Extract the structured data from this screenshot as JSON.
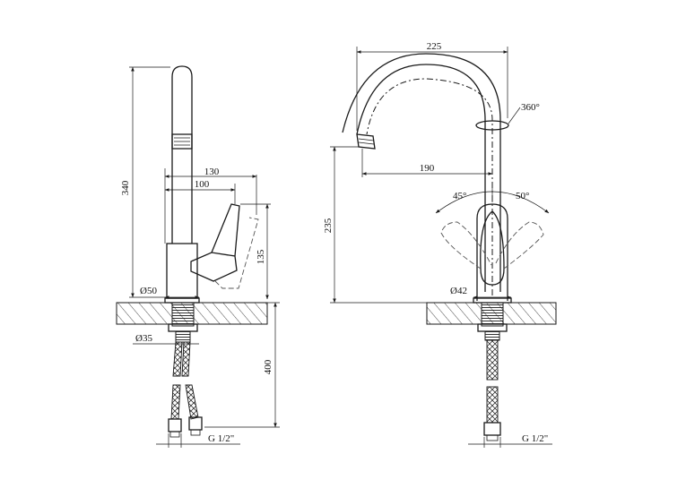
{
  "diagram": {
    "side_view": {
      "dim_height": "340",
      "dim_handle_outer": "130",
      "dim_handle_inner": "100",
      "dim_handle_height": "135",
      "dim_base_diameter": "Ø50",
      "dim_shank_diameter": "Ø35",
      "dim_hose_length": "400",
      "hose_thread": "G 1/2\""
    },
    "front_view": {
      "dim_spout_reach": "225",
      "dim_rotation": "360°",
      "dim_spout_offset": "190",
      "dim_spout_height": "235",
      "dim_angle_left": "45°",
      "dim_angle_right": "50°",
      "dim_base_diameter": "Ø42",
      "hose_thread": "G 1/2\""
    }
  }
}
